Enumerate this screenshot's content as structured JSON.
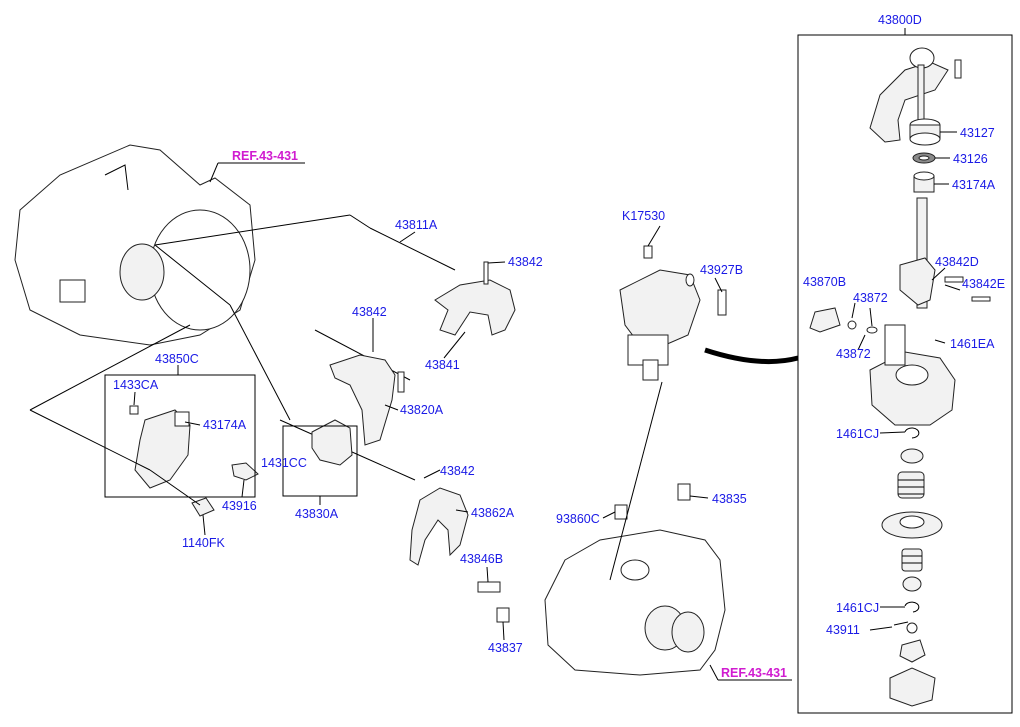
{
  "labels": {
    "l43800D": "43800D",
    "l43127": "43127",
    "l43126": "43126",
    "l43174A_r": "43174A",
    "l43842D": "43842D",
    "l43842E": "43842E",
    "l43870B": "43870B",
    "l43872a": "43872",
    "l43872b": "43872",
    "l1461EA": "1461EA",
    "l1461CJa": "1461CJ",
    "l1461CJb": "1461CJ",
    "l43911": "43911",
    "lK17530": "K17530",
    "l43927B": "43927B",
    "l43835": "43835",
    "l93860C": "93860C",
    "l43846B": "43846B",
    "l43837": "43837",
    "l43811A": "43811A",
    "l43842_1": "43842",
    "l43842_2": "43842",
    "l43842_3": "43842",
    "l43841": "43841",
    "l43820A": "43820A",
    "l1431CC": "1431CC",
    "l43830A": "43830A",
    "l43862A": "43862A",
    "l43850C": "43850C",
    "l1433CA": "1433CA",
    "l43174A_l": "43174A",
    "l43916": "43916",
    "l1140FK": "1140FK"
  },
  "refs": {
    "ref_top": "REF.43-431",
    "ref_bottom": "REF.43-431"
  },
  "colors": {
    "label": "#1a1ae6",
    "reference": "#d01cd0",
    "line": "#000000"
  }
}
